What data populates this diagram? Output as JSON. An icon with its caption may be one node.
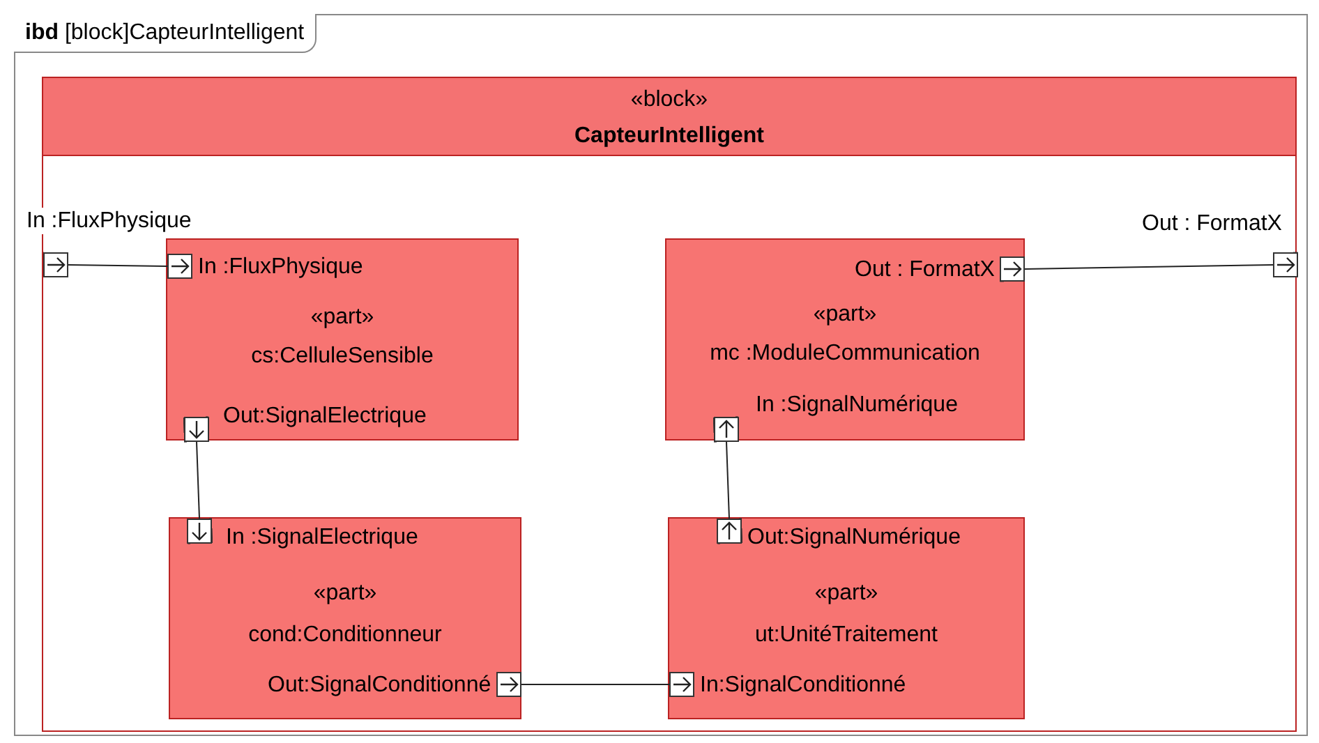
{
  "diagram": {
    "title": "**ibd** [block]CapteurIntelligent",
    "nodes": [
      {
        "text": [
          "«block»",
          "CapteurIntelligent"
        ]
      },
      {
        "text": [],
        "shape": "box",
        "in": 0,
        "beside": [
          "In :FluxPhysique"
        ]
      },
      {
        "text": [
          "«part»",
          "cs:CelluleSensible"
        ],
        "in": 0
      },
      {
        "text": [],
        "shape": "box",
        "in": 2,
        "beside": [
          "In :FluxPhysique"
        ]
      },
      {
        "text": [],
        "shape": "box",
        "in": 2,
        "beside": [
          "Out:SignalElectrique"
        ]
      },
      {
        "text": [
          "«part»",
          "mc :ModuleCommunication"
        ],
        "in": 0
      },
      {
        "text": [],
        "shape": "box",
        "in": 5,
        "beside": [
          "Out : FormatX"
        ]
      },
      {
        "text": [],
        "shape": "box",
        "in": 5,
        "beside": [
          "In :SignalNumérique"
        ]
      },
      {
        "text": [],
        "shape": "box",
        "in": 0,
        "beside": [
          "Out : FormatX"
        ]
      },
      {
        "text": [
          "«part»",
          "cond:Conditionneur"
        ],
        "in": 0
      },
      {
        "text": [],
        "shape": "box",
        "in": 9,
        "beside": [
          "In :SignalElectrique"
        ]
      },
      {
        "text": [],
        "shape": "box",
        "in": 9,
        "beside": [
          "Out:SignalConditionné"
        ]
      },
      {
        "text": [
          "«part»",
          "ut:UnitéTraitement"
        ],
        "in": 0
      },
      {
        "text": [],
        "shape": "box",
        "in": 12,
        "beside": [
          "Out:SignalNumérique"
        ]
      },
      {
        "text": [],
        "shape": "box",
        "in": 12,
        "beside": [
          "In:SignalConditionné"
        ]
      }
    ],
    "edges": [
      {
        "from": 1,
        "to": 3,
        "arrow": "other"
      },
      {
        "from": 6,
        "to": 8,
        "arrow": "other"
      },
      {
        "from": 4,
        "to": 10,
        "arrow": "other"
      },
      {
        "from": 11,
        "to": 14,
        "arrow": "other"
      },
      {
        "from": 13,
        "to": 7,
        "arrow": "other"
      }
    ]
  }
}
